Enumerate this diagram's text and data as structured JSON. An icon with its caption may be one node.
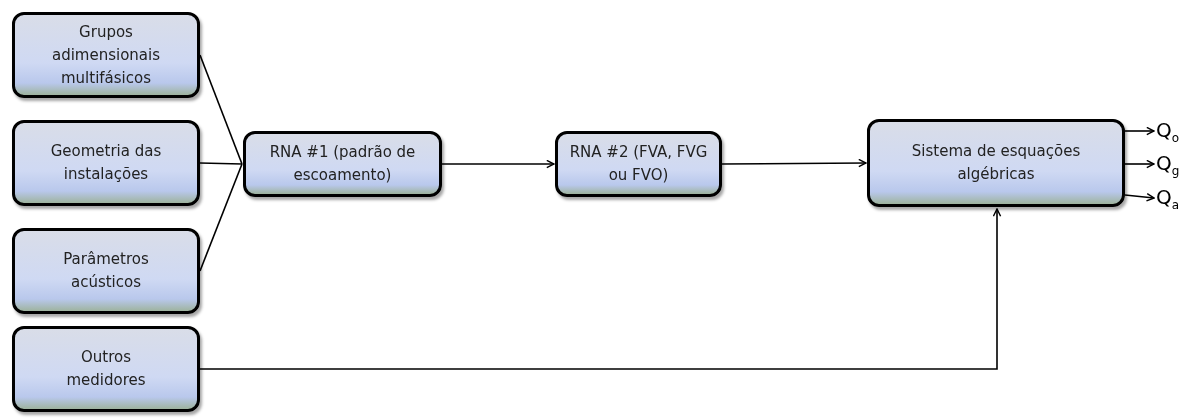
{
  "diagram": {
    "nodes": [
      {
        "text": [
          "Grupos adimensionais multifásicos"
        ]
      },
      {
        "text": [
          "Geometria das instalações"
        ]
      },
      {
        "text": [
          "Parâmetros acústicos"
        ]
      },
      {
        "text": [
          "Outros medidores"
        ]
      },
      {
        "text": [
          "RNA #1 (padrão de escoamento)"
        ]
      },
      {
        "text": [
          "RNA #2 (FVA, FVG ou FVO)"
        ]
      },
      {
        "text": [
          "Sistema de esquações algébricas"
        ]
      },
      {
        "text": [
          "Q$_{o}$"
        ]
      },
      {
        "text": [
          "Q$_{g}$"
        ]
      },
      {
        "text": [
          "Q$_{a}$"
        ]
      }
    ],
    "edges": [
      {
        "from": 0,
        "to": 4,
        "arrow": "none"
      },
      {
        "from": 1,
        "to": 4,
        "arrow": "none"
      },
      {
        "from": 2,
        "to": 4,
        "arrow": "none"
      },
      {
        "from": 4,
        "to": 5,
        "arrow": "to"
      },
      {
        "from": 5,
        "to": 6,
        "arrow": "to"
      },
      {
        "from": 6,
        "to": 7,
        "arrow": "to"
      },
      {
        "from": 6,
        "to": 8,
        "arrow": "to"
      },
      {
        "from": 6,
        "to": 9,
        "arrow": "to"
      },
      {
        "from": 3,
        "to": 6,
        "arrow": "to"
      }
    ]
  }
}
